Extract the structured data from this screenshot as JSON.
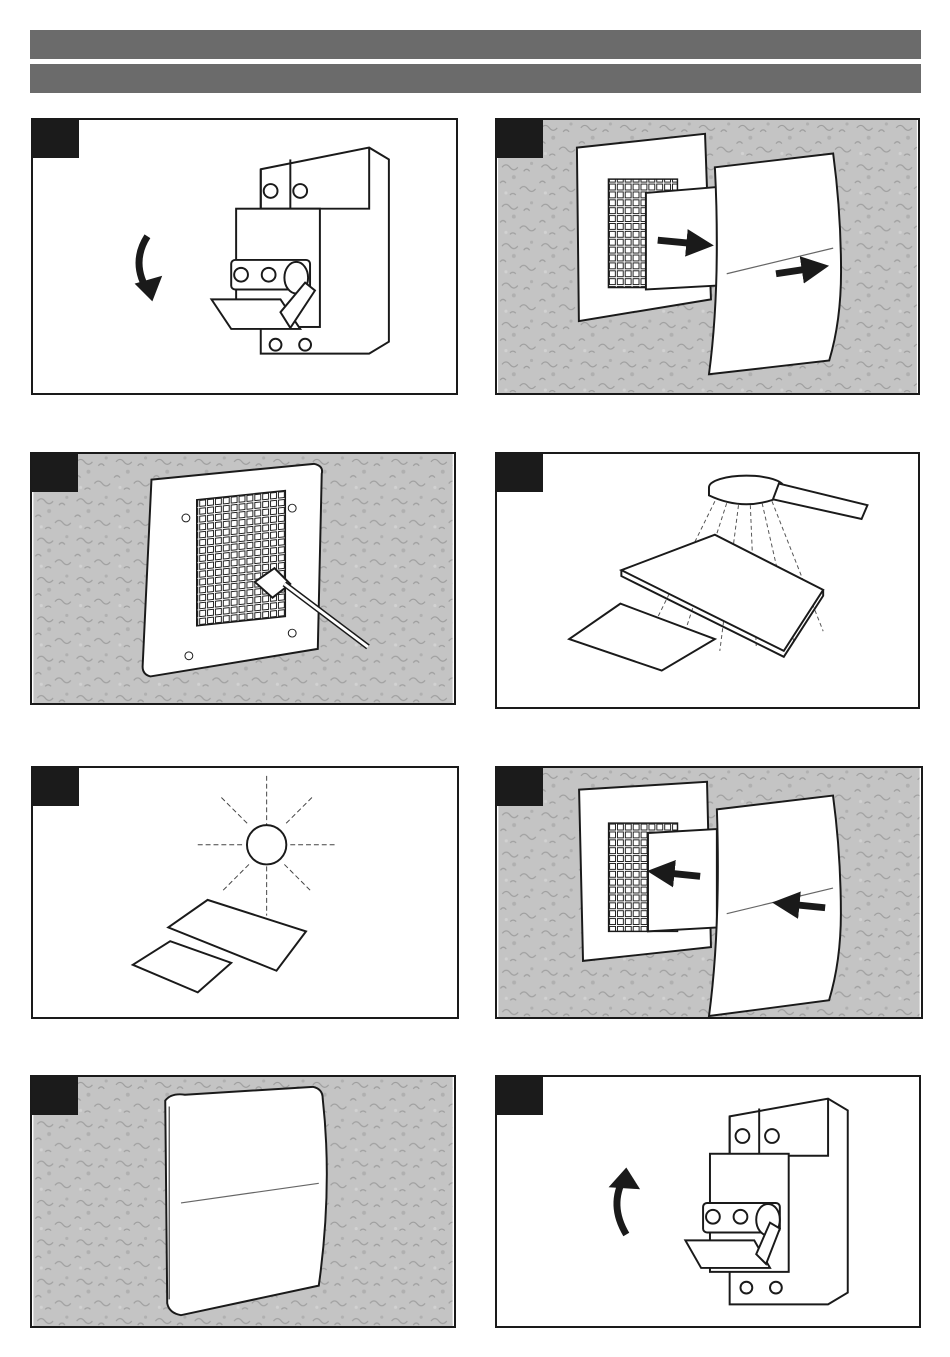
{
  "page": {
    "header_bars": 2,
    "panel_count": 8
  },
  "colors": {
    "header_bar": "#6b6b6b",
    "badge": "#1b1b1b",
    "wall_texture": "#c4c4c4",
    "outline": "#1a1a1a"
  },
  "steps": [
    {
      "scene": "circuit-breaker-off",
      "icon": "arrow-down-icon"
    },
    {
      "scene": "remove-front-cover",
      "icon": "arrow-right-icon"
    },
    {
      "scene": "brush-clean-grille",
      "icon": "brush-icon"
    },
    {
      "scene": "rinse-cover-shower",
      "icon": "shower-head-icon"
    },
    {
      "scene": "dry-parts-sun",
      "icon": "sun-icon"
    },
    {
      "scene": "refit-front-cover",
      "icon": "arrow-left-icon"
    },
    {
      "scene": "cover-installed",
      "icon": "fan-cover-icon"
    },
    {
      "scene": "circuit-breaker-on",
      "icon": "arrow-up-icon"
    }
  ]
}
